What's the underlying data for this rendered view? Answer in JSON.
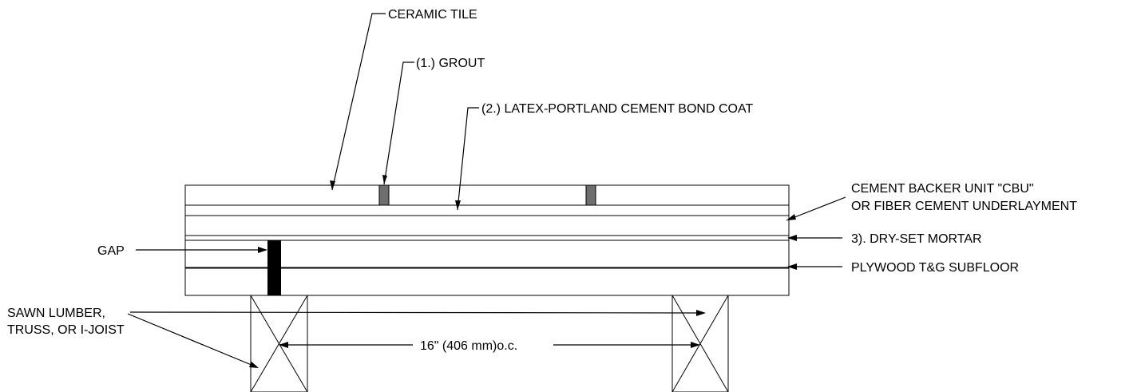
{
  "labels": {
    "ceramic_tile": "CERAMIC TILE",
    "grout": "(1.) GROUT",
    "bond_coat": "(2.) LATEX-PORTLAND CEMENT BOND COAT",
    "cbu_line1": "CEMENT BACKER UNIT \"CBU\"",
    "cbu_line2": "OR FIBER CEMENT UNDERLAYMENT",
    "mortar": "3). DRY-SET MORTAR",
    "plywood": "PLYWOOD T&G SUBFLOOR",
    "gap": "GAP",
    "lumber_line1": "SAWN LUMBER,",
    "lumber_line2": "TRUSS, OR I-JOIST",
    "spacing": "16\" (406 mm)o.c."
  }
}
